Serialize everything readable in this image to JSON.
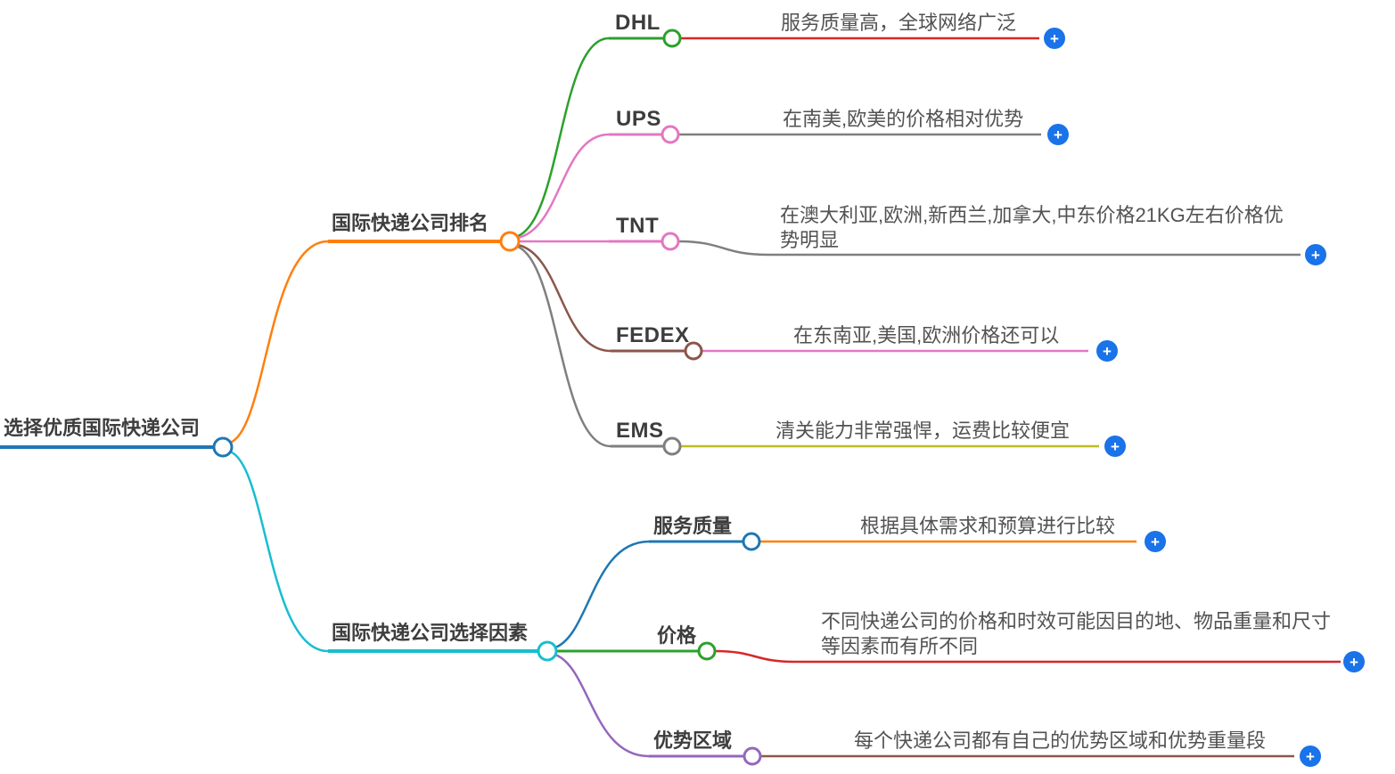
{
  "root": {
    "label": "选择优质国际快递公司"
  },
  "branches": [
    {
      "label": "国际快递公司排名",
      "children": [
        {
          "label": "DHL",
          "desc": "服务质量高，全球网络广泛"
        },
        {
          "label": "UPS",
          "desc": "在南美,欧美的价格相对优势"
        },
        {
          "label": "TNT",
          "desc": "在澳大利亚,欧洲,新西兰,加拿大,中东价格21KG左右价格优势明显"
        },
        {
          "label": "FEDEX",
          "desc": "在东南亚,美国,欧洲价格还可以"
        },
        {
          "label": "EMS",
          "desc": "清关能力非常强悍，运费比较便宜"
        }
      ]
    },
    {
      "label": "国际快递公司选择因素",
      "children": [
        {
          "label": "服务质量",
          "desc": "根据具体需求和预算进行比较"
        },
        {
          "label": "价格",
          "desc": "不同快递公司的价格和时效可能因目的地、物品重量和尺寸等因素而有所不同"
        },
        {
          "label": "优势区域",
          "desc": "每个快递公司都有自己的优势区域和优势重量段"
        }
      ]
    }
  ],
  "icons": {
    "plus": "+"
  },
  "colors": {
    "blue": "#1f77b4",
    "orange": "#ff7f0e",
    "green": "#2ca02c",
    "red": "#d62728",
    "purple": "#9467bd",
    "brown": "#8c564b",
    "pink": "#e377c2",
    "gray": "#7f7f7f",
    "olive": "#bcbd22",
    "cyan": "#17becf",
    "plus_button": "#1a73e8",
    "label_text": "#3d3d3d",
    "desc_text": "#525252"
  }
}
